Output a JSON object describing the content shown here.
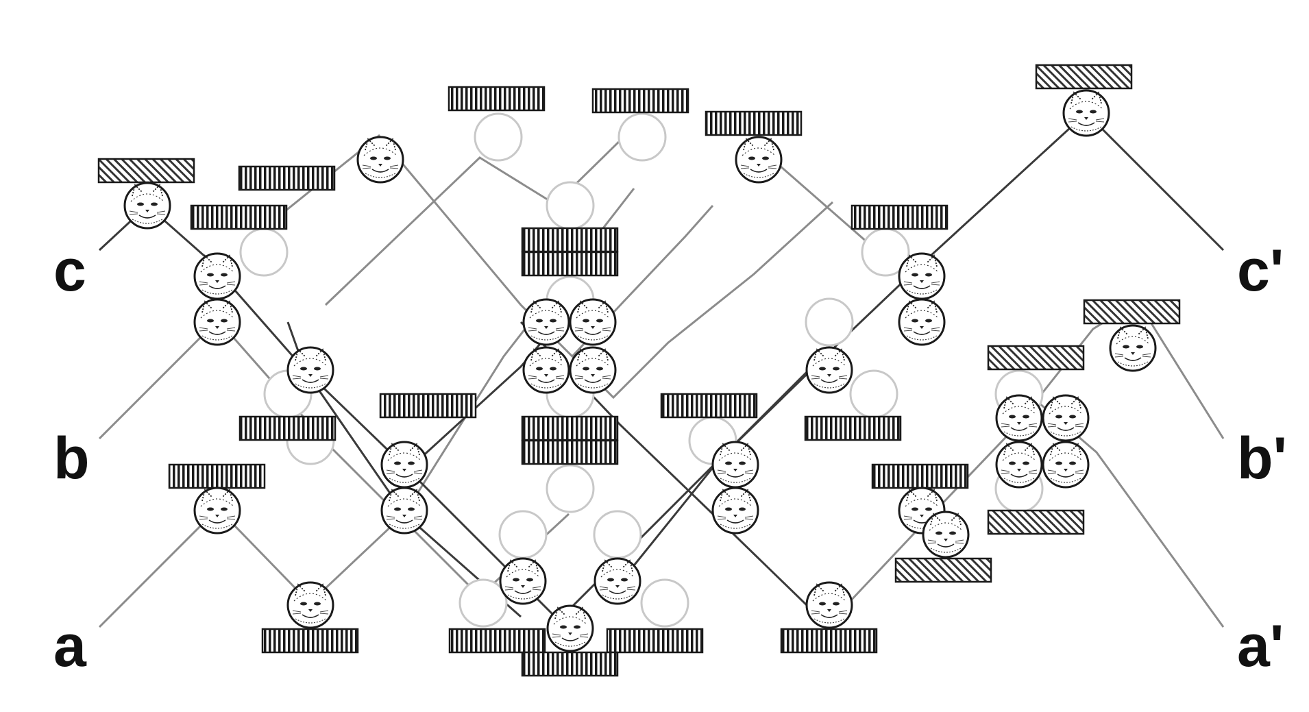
{
  "labels": {
    "a": "a",
    "b": "b",
    "c": "c",
    "a_prime": "a'",
    "b_prime": "b'",
    "c_prime": "c'"
  },
  "legend": {
    "cat_symbol": "cat-face-icon",
    "vertical_hatch_box": "vertical-hatched-box",
    "diagonal_hatch_box": "diagonal-hatched-box",
    "empty_node": "empty-circle"
  },
  "colors": {
    "dark_line": "#3a3a3a",
    "light_line": "#8c8c8c",
    "faint_circle": "#c8c8c8",
    "ink": "#1a1a1a"
  }
}
